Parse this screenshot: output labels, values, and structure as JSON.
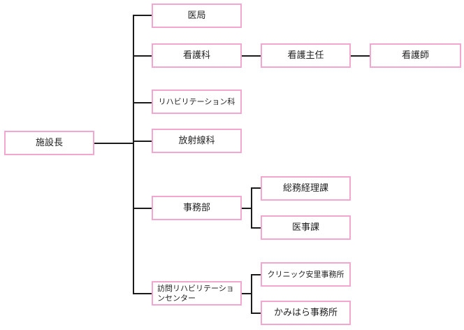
{
  "root": {
    "label": "施設長"
  },
  "departments": {
    "ikyoku": "医局",
    "kango": "看護科",
    "kango_shunin": "看護主任",
    "kangoshi": "看護師",
    "rehab": "リハビリテーション科",
    "houshasen": "放射線科",
    "jimubu": "事務部",
    "soumu": "総務経理課",
    "iji": "医事課",
    "houmon_line1": "訪問リハビリテーショ",
    "houmon_line2": "ンセンター",
    "clinic": "クリニック安里事務所",
    "kamihara": "かみはら事務所"
  },
  "colors": {
    "box_border": "#f3a6cf",
    "connector": "#1b1b1b"
  }
}
